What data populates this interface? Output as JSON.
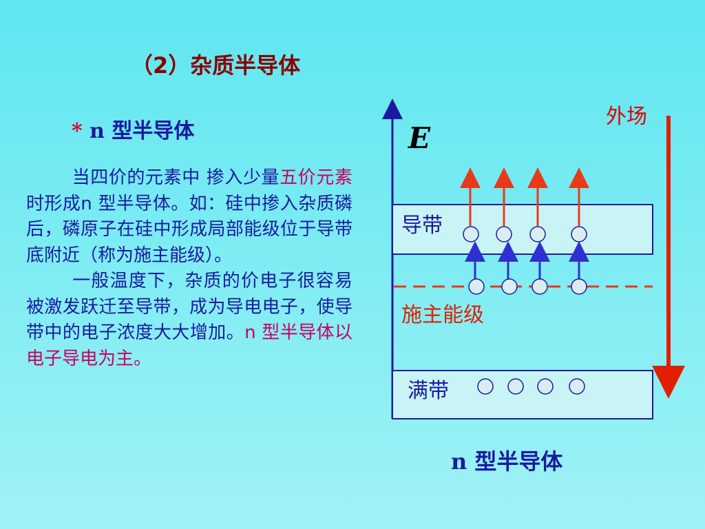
{
  "title": "（2）杂质半导体",
  "subheading": {
    "star": "*",
    "n": "n",
    "text": "型半导体"
  },
  "body": {
    "p1_a": "当四价的元素中 掺入少量",
    "p1_hl": "五价元素",
    "p1_b": "时形成n 型半导体。如：硅中掺入杂质磷后，磷原子在硅中形成局部能级位于导带底附近（称为施主能级）。",
    "p2_a": "一般温度下，杂质的价电子很容易 被激发跃迁至导带，成为导电电子，使导带中的电子浓度大大增加。",
    "p2_hl": "n 型半导体以电子导电为主。"
  },
  "diagram": {
    "axis_label": "E",
    "field_label": "外场",
    "conduction_band": "导带",
    "donor_level": "施主能级",
    "valence_band": "满带",
    "caption_n": "n",
    "caption_text": "型半导体",
    "colors": {
      "band_fill": "#c8f4f6",
      "band_stroke": "#1a1aa0",
      "donor_line": "#e83a1a",
      "field_arrow": "#e02000",
      "excite_arrow": "#3030d0",
      "emit_arrow": "#e83a1a",
      "electron_fill": "#d8eef2"
    }
  }
}
